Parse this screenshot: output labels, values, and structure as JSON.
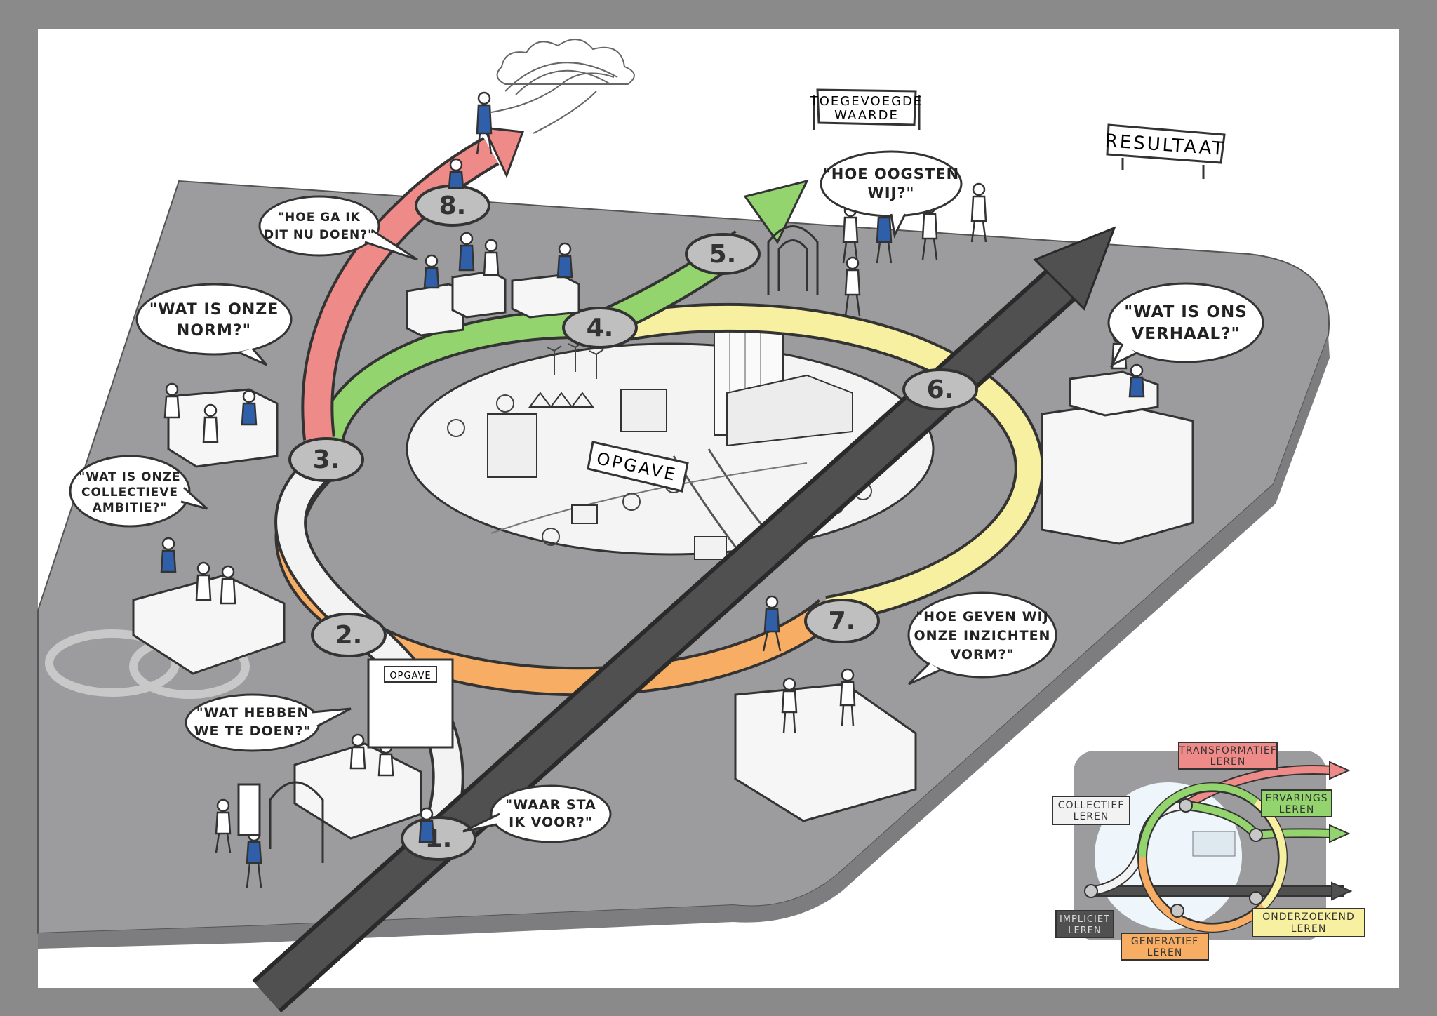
{
  "colors": {
    "frame": "#8a8a8a",
    "paper": "#ffffff",
    "platform": "#9c9c9e",
    "platform_dark": "#6e6e70",
    "implicit": "#4a4a4a",
    "collective": "#f2f2f2",
    "generative": "#f7ad63",
    "research": "#f7f0a0",
    "experience": "#94d46e",
    "transformative": "#ee8a88"
  },
  "signs": {
    "added_value": [
      "TOEGEVOEGDE",
      "WAARDE"
    ],
    "result": "RESULTAAT",
    "assignment": "OPGAVE",
    "assignment_small": "OPGAVE"
  },
  "steps": [
    {
      "id": "1",
      "label": "1."
    },
    {
      "id": "2",
      "label": "2."
    },
    {
      "id": "3",
      "label": "3."
    },
    {
      "id": "4",
      "label": "4."
    },
    {
      "id": "5",
      "label": "5."
    },
    {
      "id": "6",
      "label": "6."
    },
    {
      "id": "7",
      "label": "7."
    },
    {
      "id": "8",
      "label": "8."
    }
  ],
  "questions": {
    "q1": [
      "\"WAAR STA",
      "IK VOOR?\""
    ],
    "q2": [
      "\"WAT HEBBEN",
      "WE TE DOEN?\""
    ],
    "q3a": [
      "\"WAT IS ONZE",
      "NORM?\""
    ],
    "q3b": [
      "\"WAT IS ONZE",
      "COLLECTIEVE",
      "AMBITIE?\""
    ],
    "q5": [
      "\"HOE OOGSTEN",
      "WIJ?\""
    ],
    "q6": [
      "\"WAT IS ONS",
      "VERHAAL?\""
    ],
    "q7": [
      "\"HOE GEVEN WIJ",
      "ONZE INZICHTEN",
      "VORM?\""
    ],
    "q8": [
      "\"HOE GA IK",
      "DIT NU DOEN?\""
    ]
  },
  "legend": {
    "transformative": [
      "TRANSFORMATIEF",
      "LEREN"
    ],
    "collective": [
      "COLLECTIEF",
      "LEREN"
    ],
    "experience": [
      "ERVARINGS",
      "LEREN"
    ],
    "implicit": [
      "IMPLICIET",
      "LEREN"
    ],
    "generative": [
      "GENERATIEF",
      "LEREN"
    ],
    "research": [
      "ONDERZOEKEND",
      "LEREN"
    ]
  }
}
